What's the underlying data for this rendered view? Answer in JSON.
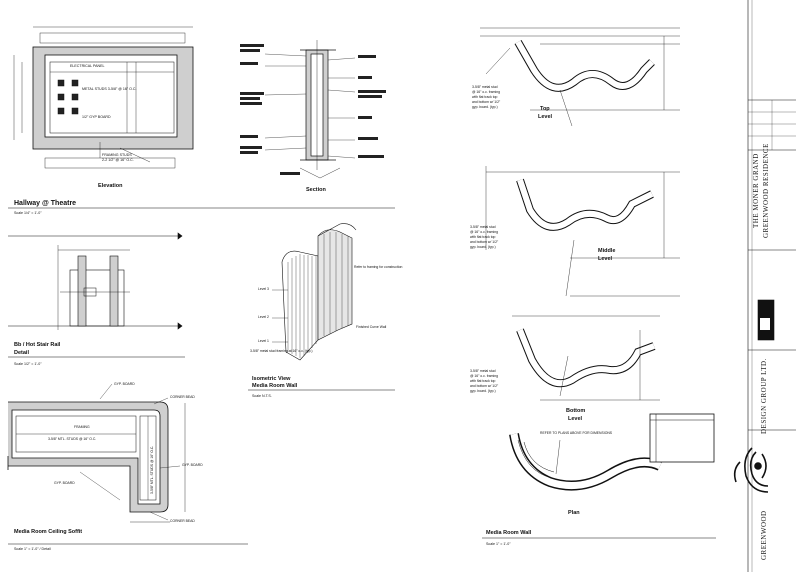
{
  "sheet": {
    "views": {
      "elevation": "Elevation",
      "section": "Section",
      "hallway_title": "Hallway @ Theatre",
      "hallway_scale": "Scale 1/4\" = 1'-0\"",
      "elevation_labels": {
        "top": "ELECTRICAL PANEL",
        "mid": "METAL STUDS 3-5/8\" @ 16\" O.C.",
        "lower": "1/2\" GYP BOARD",
        "bottom_a": "FRAMING STUDS",
        "bottom_b": "2-2 1/2\" @ 16\" O.C."
      },
      "half_wall_title": "Bb / Hot Stair Rail",
      "half_wall_sub": "Detail",
      "half_wall_scale": "Scale 1/2\" = 1'-0\"",
      "ceiling_title": "Media Room Ceiling Soffit",
      "ceiling_scale": "Scale 1\" = 1'-0\" / Detail",
      "ceiling_labels": {
        "gyp_top": "GYP. BOARD",
        "corner": "CORNER BEAD",
        "framing": "FRAMING",
        "studs": "3-5/8\" MTL. STUDS @ 16\" O.C.",
        "vertical": "3-5/8\" MTL. STUDS @ 16\" O.C.",
        "gyp_side": "GYP. BOARD",
        "gyp_low": "GYP. BOARD",
        "corner_low": "CORNER BEAD"
      },
      "iso_title": "Isometric View",
      "iso_sub": "Media Room Wall",
      "iso_scale": "Scale N.T.S.",
      "iso_labels": {
        "level3": "Level 3",
        "level2": "Level 2",
        "level1": "Level 1",
        "top_note": "Refer to framing for construction",
        "right_note": "Finished Curve Wall",
        "bottom_note": "3-5/8\" metal stud framing at 16\" o.c. (typ.)"
      },
      "top_label": "Top\nLevel",
      "middle_label": "Middle\nLevel",
      "bottom_label": "Bottom\nLevel",
      "plan_label": "Plan",
      "plan_note": "REFER TO PLANS ABOVE FOR DIMENSIONS",
      "media_wall_title": "Media Room Wall",
      "media_wall_scale": "Scale 1\" = 1'-0\"",
      "stud_note": "3-5/8\" metal stud @ 16\" o.c. framing with flat track top and bottom w/ 1/2\" gyp. board. (typ.)"
    },
    "title_block": {
      "project_line1": "THE MONER GRAND",
      "project_line2": "GREENWOOD RESIDENCE",
      "company": "DESIGN GROUP LTD.",
      "brand": "GREENWOOD"
    }
  }
}
